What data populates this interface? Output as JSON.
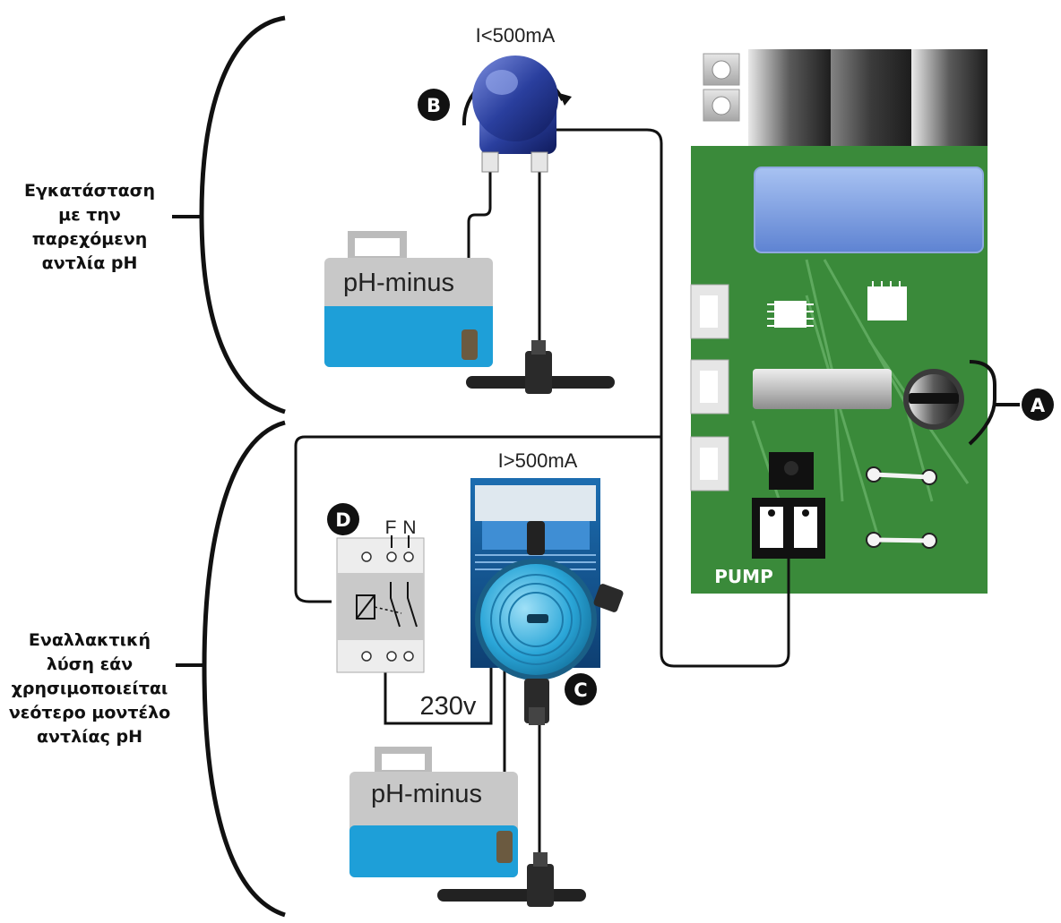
{
  "labels": {
    "top_section": [
      "Εγκατάσταση",
      "με την",
      "παρεχόμενη",
      "αντλία pH"
    ],
    "bottom_section": [
      "Εναλλακτική",
      "λύση εάν",
      "χρησιμοποιείται",
      "νεότερο μοντέλο",
      "αντλίας pH"
    ],
    "current_low": "I<500mA",
    "current_high": "I>500mA",
    "tank_label": "pH-minus",
    "board_pump_label": "PUMP",
    "relay_terminals": [
      "F",
      "N"
    ],
    "voltage": "230v"
  },
  "markers": {
    "A": "A",
    "B": "B",
    "C": "C",
    "D": "D"
  },
  "colors": {
    "board_green": "#3a8a3a",
    "tank_liquid": "#1e9fd8",
    "small_pump_blue": "#2a3f9e",
    "dosing_pump_cyan": "#2aa6d8"
  }
}
